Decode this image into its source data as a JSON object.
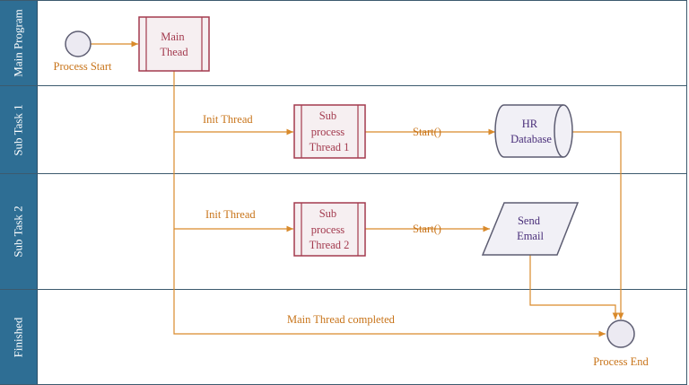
{
  "lanes": [
    {
      "label": "Main Program"
    },
    {
      "label": "Sub Task 1"
    },
    {
      "label": "Sub Task 2"
    },
    {
      "label": "Finished"
    }
  ],
  "nodes": {
    "process_start": {
      "label": "Process Start"
    },
    "main_thread": {
      "lines": [
        "Main",
        "Thead"
      ]
    },
    "sub_thread_1": {
      "lines": [
        "Sub",
        "process",
        "Thread 1"
      ]
    },
    "hr_database": {
      "lines": [
        "HR",
        "Database"
      ]
    },
    "sub_thread_2": {
      "lines": [
        "Sub",
        "process",
        "Thread 2"
      ]
    },
    "send_email": {
      "lines": [
        "Send",
        "Email"
      ]
    },
    "process_end": {
      "label": "Process End"
    }
  },
  "edge_labels": {
    "init_thread_1": "Init Thread",
    "start_1": "Start()",
    "init_thread_2": "Init Thread",
    "start_2": "Start()",
    "main_completed": "Main Thread completed"
  },
  "colors": {
    "lane_header": "#2e6e94",
    "connector": "#d98a2b",
    "connector_text": "#c8741a",
    "process_border": "#a33a4e",
    "process_fill": "#f6eff1",
    "process_text": "#a33a4e",
    "io_border": "#5d5d72",
    "io_fill": "#f1f0f6",
    "io_text": "#4a2f7a"
  }
}
